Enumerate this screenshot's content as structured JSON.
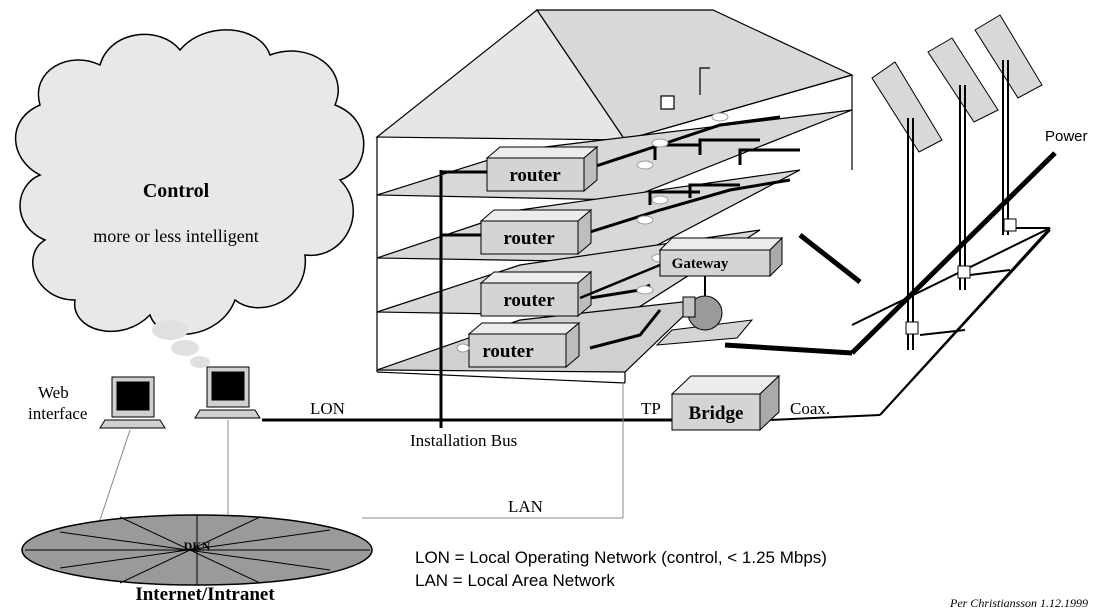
{
  "cloud": {
    "title": "Control",
    "subtitle": "more or less intelligent"
  },
  "routers": [
    "router",
    "router",
    "router",
    "router"
  ],
  "gateway": "Gateway",
  "bridge": "Bridge",
  "labels": {
    "web_line1": "Web",
    "web_line2": "interface",
    "lon": "LON",
    "tp": "TP",
    "coax": "Coax.",
    "installation_bus": "Installation Bus",
    "lan": "LAN",
    "power": "Power",
    "dkn": "DKN",
    "internet": "Internet/Intranet"
  },
  "legend": {
    "lon_def": "LON = Local Operating Network (control, < 1.25 Mbps)",
    "lan_def": "LAN = Local Area Network"
  },
  "signature": "Per Christiansson 1.12.1999",
  "colors": {
    "cloud_fill": "#e8e8e8",
    "floor_fill": "#cfcfcf",
    "box_fill": "#d4d4d4",
    "disc_fill": "#9a9a9a",
    "line": "#000000"
  }
}
